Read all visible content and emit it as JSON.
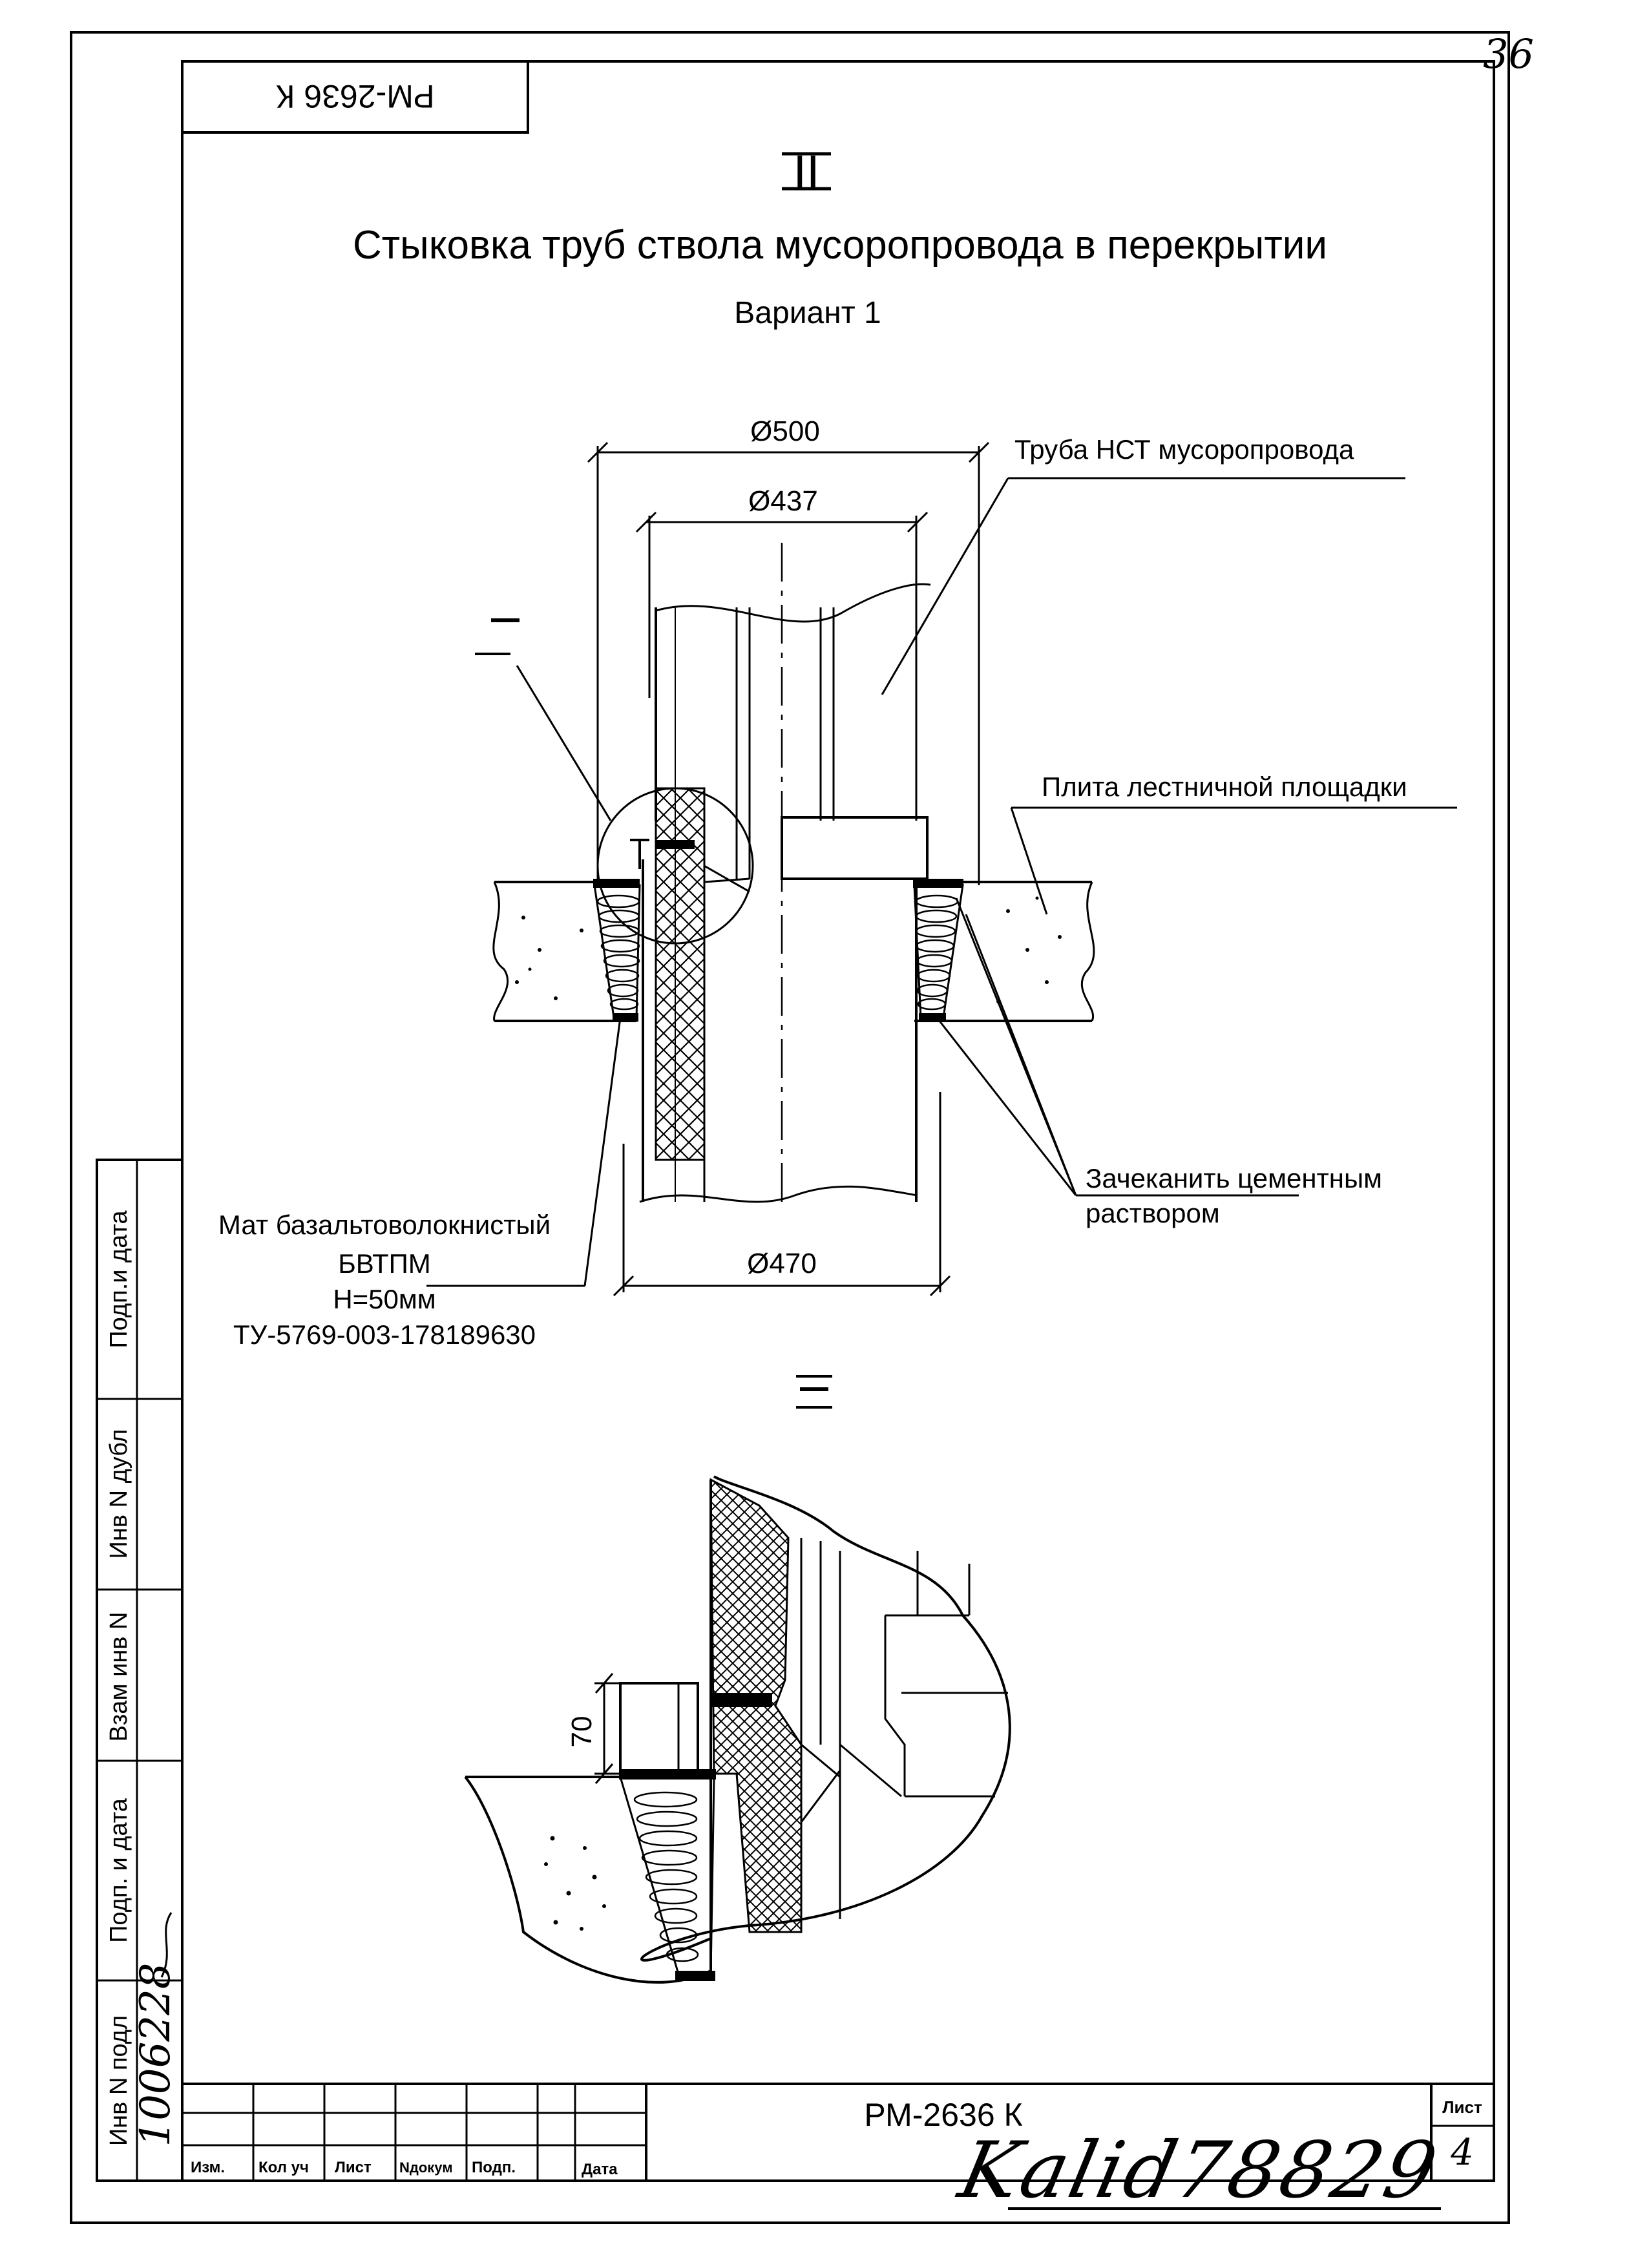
{
  "page_number": "36",
  "stamp_code_top": "РМ-2636 К",
  "section_mark": "II",
  "title": "Стыковка труб ствола мусоропровода в перекрытии",
  "variant": "Вариант 1",
  "dimensions": {
    "d_outer": "Ø500",
    "d_pipe": "Ø437",
    "d_hole": "Ø470",
    "h_step": "70"
  },
  "labels": {
    "pipe": "Труба НСТ мусоропровода",
    "slab": "Плита лестничной площадки",
    "caulk_line1": "Зачеканить цементным",
    "caulk_line2": "раствором",
    "mat_line1": "Мат базальтоволокнистый",
    "mat_line2": "БВТПМ",
    "mat_line3": "Н=50мм",
    "mat_line4": "ТУ-5769-003-178189630"
  },
  "detail_callout": "I",
  "detail_title": "I",
  "side_stamp": [
    "Инв N подл",
    "Подп. и дата",
    "Взам инв N",
    "Инв N дубл",
    "Подп.и дата"
  ],
  "side_handwriting": "1006228",
  "title_block": {
    "code": "РМ-2636 К",
    "sheet_label": "Лист",
    "sheet_number": "4",
    "columns": [
      "Изм.",
      "Кол уч",
      "Лист",
      "Nдокум",
      "Подп.",
      "Дата"
    ]
  },
  "bottom_handwriting": "Kalid78829"
}
